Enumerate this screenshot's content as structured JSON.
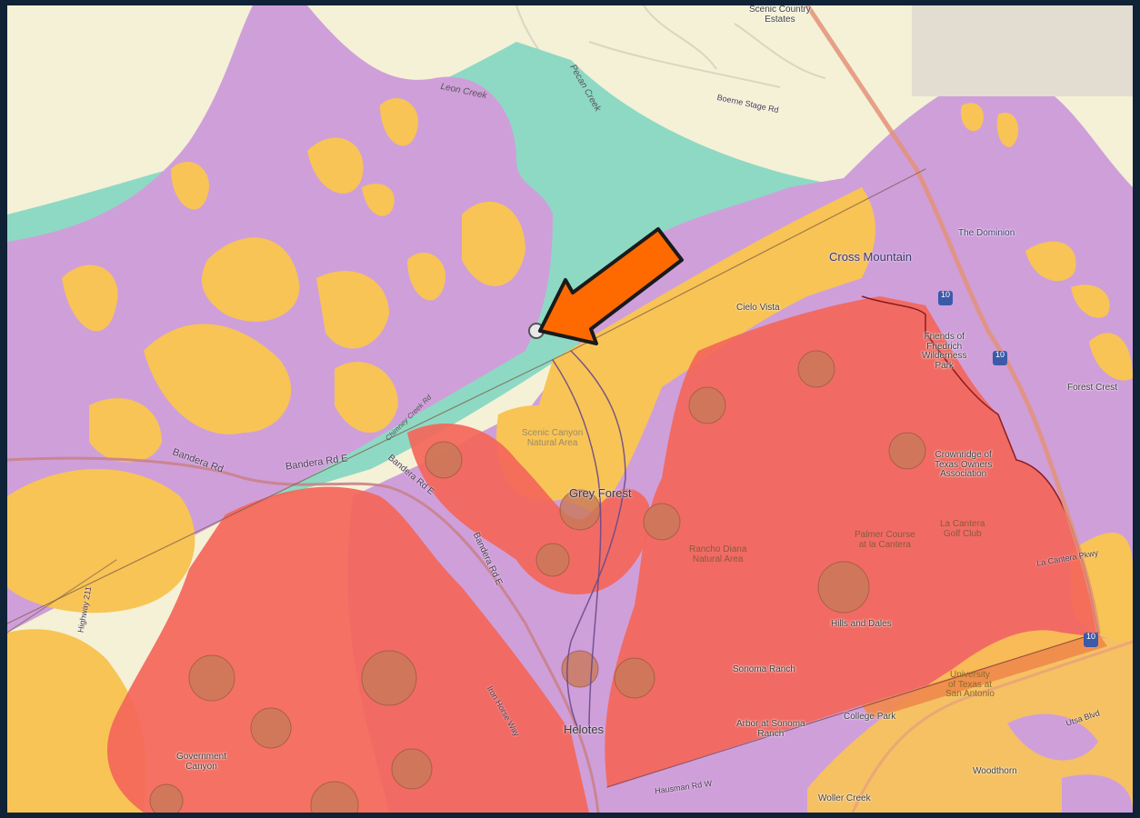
{
  "map": {
    "colors": {
      "background": "#f4f1d6",
      "zone_teal": "#8ed9c4",
      "zone_purple": "#cf9fda",
      "zone_yellow": "#f8c455",
      "zone_red": "#f4665a",
      "zone_brown_bubbles": "#c97a5a",
      "road": "#d98b8b",
      "highway": "#e99a7c",
      "arrow": "#ff6a00",
      "frame": "#0f2236"
    },
    "marker": {
      "icon": "location-marker-icon",
      "arrow_icon": "pointer-arrow-icon"
    },
    "places": {
      "scenic_country_estates": "Scenic Country\nEstates",
      "cross_mountain": "Cross Mountain",
      "the_dominion": "The Dominion",
      "cielo_vista": "Cielo Vista",
      "friends_of_friedrich": "Friends of\nFriedrich\nWilderness\nPark",
      "forest_crest": "Forest Crest",
      "scenic_canyon": "Scenic Canyon\nNatural Area",
      "grey_forest": "Grey Forest",
      "crownridge": "Crownridge of\nTexas Owners\nAssociation",
      "la_cantera_golf": "La Cantera\nGolf Club",
      "palmer_course": "Palmer Course\nat la Cantera",
      "rancho_diana": "Rancho Diana\nNatural Area",
      "hills_and_dales": "Hills and Dales",
      "sonoma_ranch": "Sonoma Ranch",
      "utsa": "University\nof Texas at\nSan Antonio",
      "arbor_sonoma": "Arbor at Sonoma\nRanch",
      "college_park": "College Park",
      "helotes": "Helotes",
      "government_canyon": "Government\nCanyon",
      "woodthorn": "Woodthorn",
      "woller_creek": "Woller Creek"
    },
    "roads": {
      "bandera_rd": "Bandera Rd",
      "bandera_rd_e": "Bandera Rd E",
      "bandera_rd_e2": "Bandera Rd E",
      "bandera_rd_e3": "Bandera Rd E",
      "highway_211": "Highway 211",
      "boerne_stage": "Boerne Stage Rd",
      "la_cantera_pkwy": "La Cantera Pkwy",
      "utsa_blvd": "Utsa Blvd",
      "iron_horse": "Iron Horse Way",
      "hausman": "Hausman Rd W",
      "i10_a": "10",
      "i10_b": "10",
      "i10_c": "10"
    },
    "water": {
      "leon_creek": "Leon Creek",
      "pecan_creek": "Pecan Creek",
      "chimney_creek": "Chimney Creek Rd"
    }
  }
}
